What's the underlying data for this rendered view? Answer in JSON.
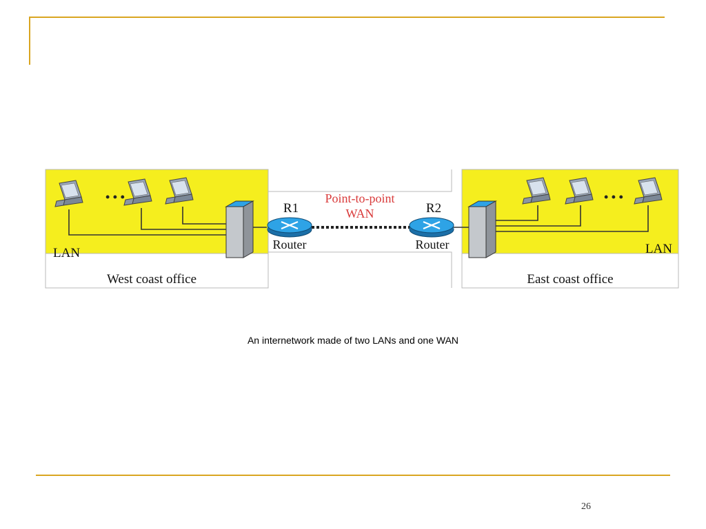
{
  "colors": {
    "accent": "#d9a520",
    "office_fill": "#f5ee1e",
    "router_fill": "#2ea3e6",
    "wan_label": "#d93a3a",
    "wire": "#333333"
  },
  "diagram": {
    "west_office": {
      "lan_label": "LAN",
      "office_label": "West coast office",
      "router_name": "R1",
      "router_label": "Router",
      "dots_label": "• • •"
    },
    "east_office": {
      "lan_label": "LAN",
      "office_label": "East coast office",
      "router_name": "R2",
      "router_label": "Router",
      "dots_label": "• • •"
    },
    "wan_label_line1": "Point-to-point",
    "wan_label_line2": "WAN"
  },
  "caption": "An internetwork made of two LANs and one WAN",
  "page_number": "26"
}
